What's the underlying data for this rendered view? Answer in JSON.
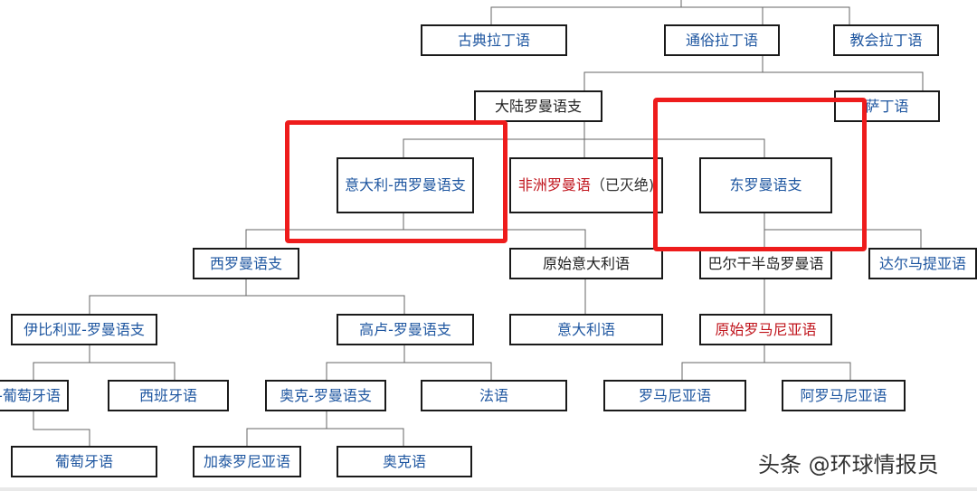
{
  "nodes": {
    "classical_latin": "古典拉丁语",
    "vulgar_latin": "通俗拉丁语",
    "church_latin": "教会拉丁语",
    "continental_romance": "大陆罗曼语支",
    "sardinian": "萨丁语",
    "italo_western": "意大利-西罗曼语支",
    "african_romance": "非洲罗曼语",
    "african_romance_note": "（已灭绝)",
    "eastern_romance": "东罗曼语支",
    "western_romance": "西罗曼语支",
    "proto_italian": "原始意大利语",
    "balkan_romance": "巴尔干半岛罗曼语",
    "dalmatian": "达尔马提亚语",
    "ibero_romance": "伊比利亚-罗曼语支",
    "gallo_romance": "高卢-罗曼语支",
    "italian": "意大利语",
    "proto_romanian": "原始罗马尼亚语",
    "galician_portuguese": "-葡萄牙语",
    "spanish": "西班牙语",
    "occitano_romance": "奥克-罗曼语支",
    "french": "法语",
    "romanian": "罗马尼亚语",
    "aromanian": "阿罗马尼亚语",
    "portuguese": "葡萄牙语",
    "catalan": "加泰罗尼亚语",
    "occitan": "奥克语"
  },
  "watermark": "头条 @环球情报员",
  "colors": {
    "link_blue": "#1e56a0",
    "extinct_red": "#c0141c",
    "highlight_red": "#ee1c1c",
    "border": "#1a1a1a"
  }
}
